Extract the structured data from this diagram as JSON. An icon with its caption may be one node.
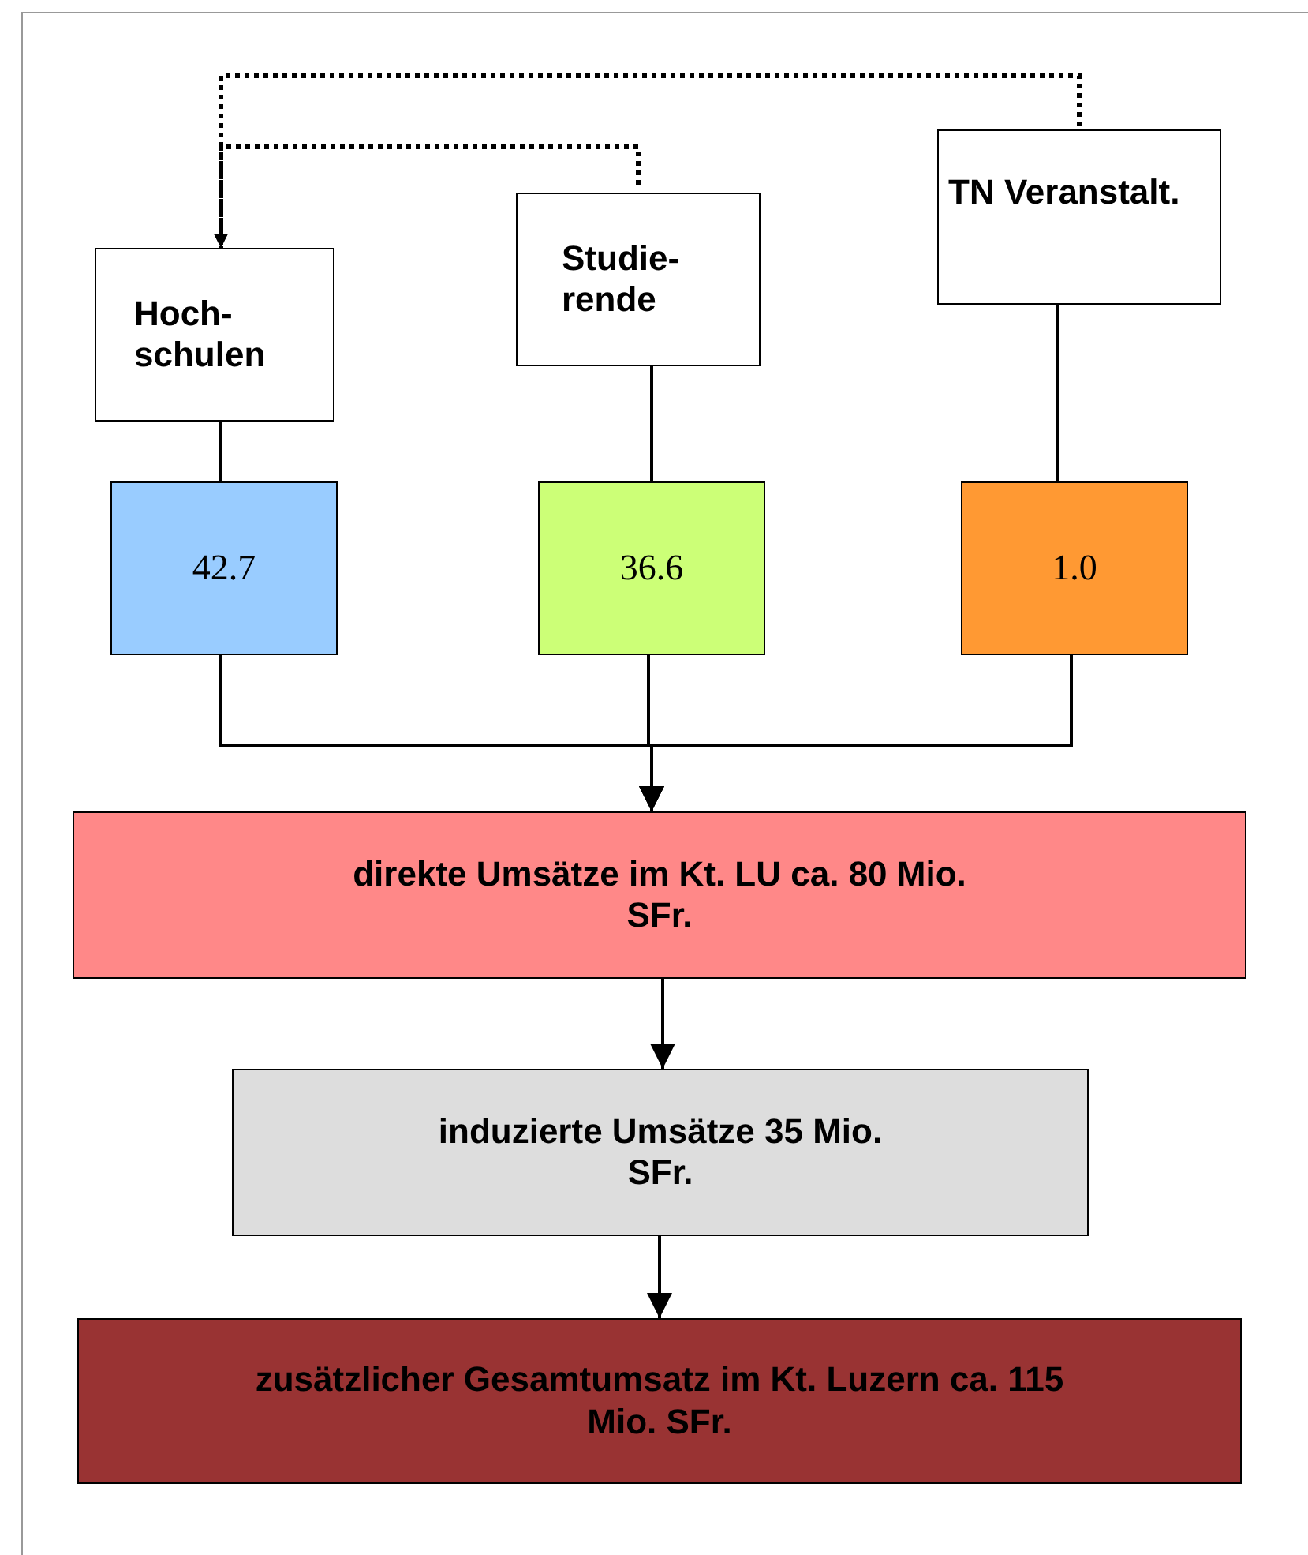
{
  "diagram": {
    "nodes": [
      {
        "text": [
          "Hoch- schulen"
        ]
      },
      {
        "text": [
          "Studie- rende"
        ]
      },
      {
        "text": [
          "TN Veranstalt."
        ]
      },
      {
        "text": [
          "42.7"
        ]
      },
      {
        "text": [
          "36.6"
        ]
      },
      {
        "text": [
          "1.0"
        ]
      },
      {
        "text": [
          "direkte Umsätze im Kt. LU ca. 80 Mio. SFr."
        ]
      },
      {
        "text": [
          "induzierte Umsätze 35 Mio. SFr."
        ]
      },
      {
        "text": [
          "zusätzlicher Gesamtumsatz im Kt. Luzern ca. 115 Mio. SFr."
        ]
      }
    ],
    "edges": [
      {
        "from": 2,
        "to": 0,
        "arrow": "to",
        "style": "dashed"
      },
      {
        "from": 1,
        "to": 0,
        "arrow": "to",
        "style": "dashed"
      },
      {
        "from": 0,
        "to": 3,
        "arrow": "none"
      },
      {
        "from": 1,
        "to": 4,
        "arrow": "none"
      },
      {
        "from": 2,
        "to": 5,
        "arrow": "none"
      },
      {
        "from": 3,
        "to": 6,
        "arrow": "to"
      },
      {
        "from": 4,
        "to": 6,
        "arrow": "to"
      },
      {
        "from": 5,
        "to": 6,
        "arrow": "to"
      },
      {
        "from": 6,
        "to": 7,
        "arrow": "to"
      },
      {
        "from": 7,
        "to": 8,
        "arrow": "to"
      }
    ]
  }
}
